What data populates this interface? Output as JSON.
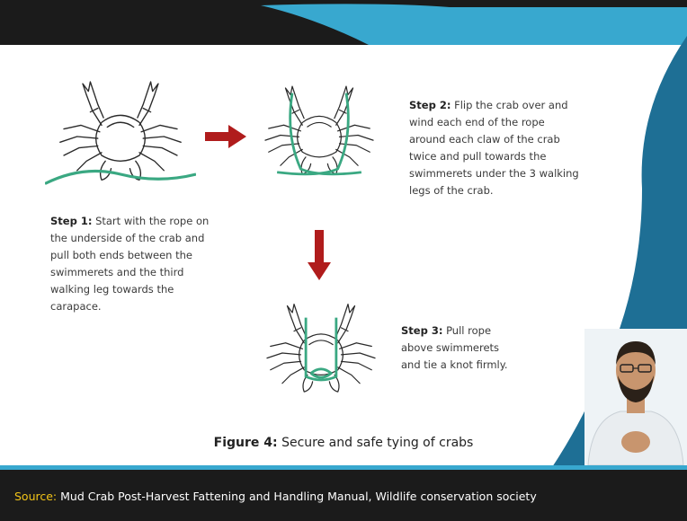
{
  "step1": {
    "label": "Step 1:",
    "text": " Start with the rope on the underside of the crab and pull both ends between the swimmerets and the third walking leg towards the carapace."
  },
  "step2": {
    "label": "Step 2:",
    "text": " Flip the crab over and wind each end of the rope around each claw of the crab twice and pull towards the swimmerets under the 3 walking legs of the crab."
  },
  "step3": {
    "label": "Step 3:",
    "text": " Pull rope above swimmerets and tie a knot firmly."
  },
  "caption": {
    "label": "Figure 4:",
    "text": " Secure and safe tying of crabs"
  },
  "footer": {
    "label": "Source:",
    "text": " Mud Crab Post-Harvest Fattening and Handling Manual, Wildlife conservation society"
  },
  "colors": {
    "rope": "#3aa882",
    "arrow": "#b01c1c",
    "accent": "#38a8cf",
    "source_label": "#f2c418",
    "footer_bg": "#1b1b1b"
  }
}
